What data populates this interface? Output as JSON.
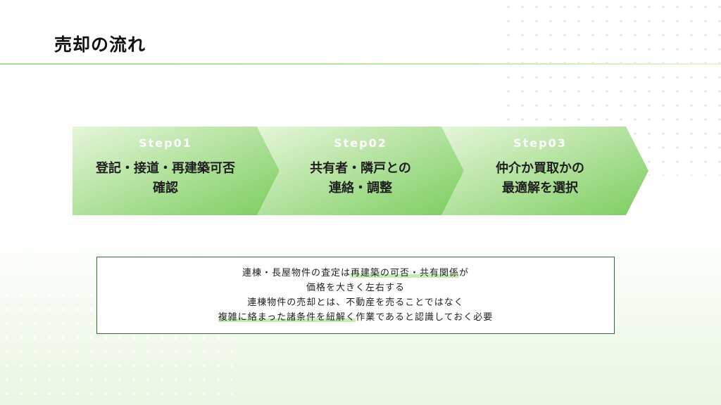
{
  "header": {
    "title": "売却の流れ"
  },
  "steps": [
    {
      "label": "Step01",
      "text": "登記・接道・再建築可否\n確認"
    },
    {
      "label": "Step02",
      "text": "共有者・隣戸との\n連絡・調整"
    },
    {
      "label": "Step03",
      "text": "仲介か買取かの\n最適解を選択"
    }
  ],
  "note": {
    "line1_a": "連棟・長屋物件の査定は",
    "line1_hl": "再建築の可否・共有関係",
    "line1_b": "が",
    "line2": "価格を大きく左右する",
    "line3": "連棟物件の売却とは、不動産を売ることではなく",
    "line4_hl": "複雑に絡まった諸条件を紐解く",
    "line4_b": "作業であると認識しておく必要"
  },
  "colors": {
    "accent": "#7ccd5f",
    "accent_light": "#e6f5db",
    "border": "#2f6b35"
  }
}
